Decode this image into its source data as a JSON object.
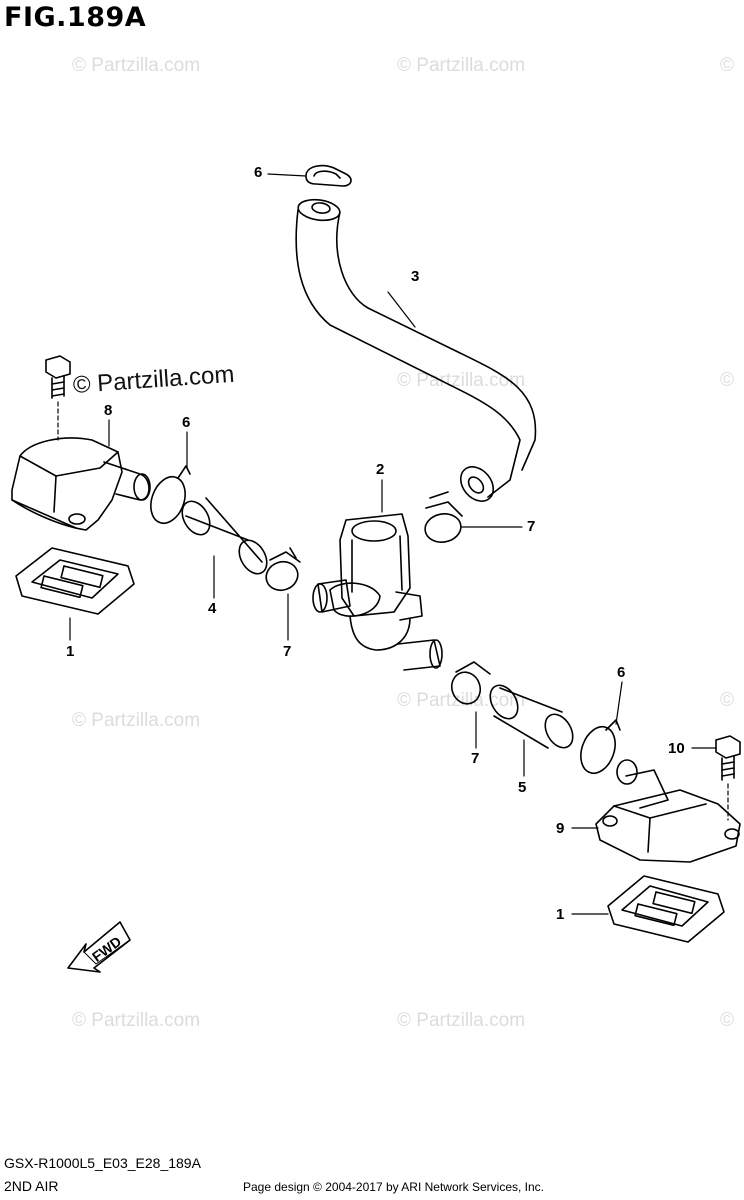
{
  "figure": {
    "title": "FIG.189A",
    "model_code": "GSX-R1000L5_E03_E28_189A",
    "section": "2ND AIR",
    "copyright": "Page design © 2004-2017 by ARI Network Services, Inc."
  },
  "watermark": {
    "text": "© Partzilla.com",
    "symbol": "©",
    "dark_text": "© Partzilla.com"
  },
  "callouts": [
    {
      "id": "c6a",
      "label": "6"
    },
    {
      "id": "c3",
      "label": "3"
    },
    {
      "id": "c8",
      "label": "8"
    },
    {
      "id": "c6b",
      "label": "6"
    },
    {
      "id": "c2",
      "label": "2"
    },
    {
      "id": "c7a",
      "label": "7"
    },
    {
      "id": "c4",
      "label": "4"
    },
    {
      "id": "c1a",
      "label": "1"
    },
    {
      "id": "c7b",
      "label": "7"
    },
    {
      "id": "c6c",
      "label": "6"
    },
    {
      "id": "c10",
      "label": "10"
    },
    {
      "id": "c7c",
      "label": "7"
    },
    {
      "id": "c5",
      "label": "5"
    },
    {
      "id": "c9",
      "label": "9"
    },
    {
      "id": "c1b",
      "label": "1"
    }
  ],
  "fwd_label": "FWD"
}
